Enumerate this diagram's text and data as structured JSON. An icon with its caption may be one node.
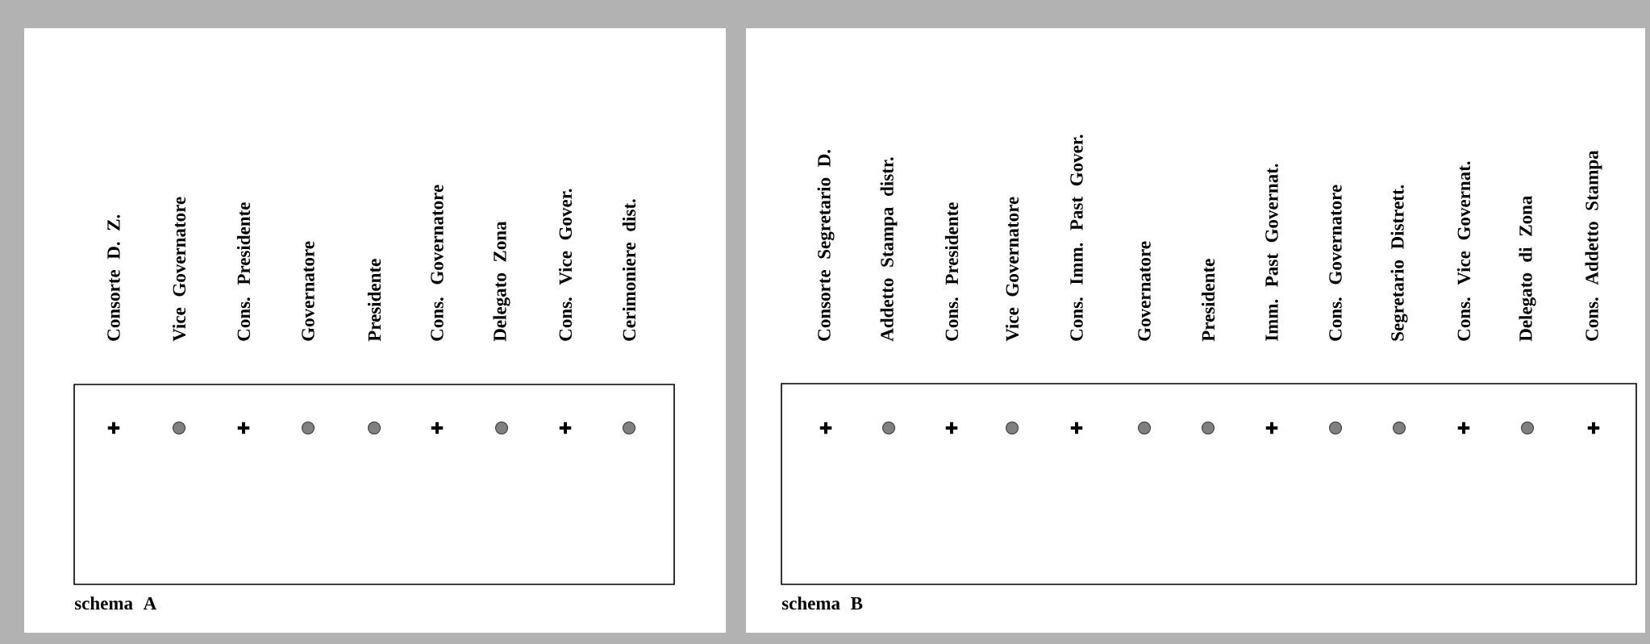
{
  "diagram": {
    "nodes": [
      {
        "text": [
          "schema A"
        ]
      },
      {
        "text": [],
        "shape": "cross",
        "in": 0
      },
      {
        "text": [],
        "shape": "circle",
        "in": 0
      },
      {
        "text": [],
        "shape": "cross",
        "in": 0
      },
      {
        "text": [],
        "shape": "circle",
        "in": 0
      },
      {
        "text": [],
        "shape": "circle",
        "in": 0
      },
      {
        "text": [],
        "shape": "cross",
        "in": 0
      },
      {
        "text": [],
        "shape": "circle",
        "in": 0
      },
      {
        "text": [],
        "shape": "cross",
        "in": 0
      },
      {
        "text": [],
        "shape": "circle",
        "in": 0
      },
      {
        "text": [
          "schema B"
        ]
      },
      {
        "text": [],
        "shape": "cross",
        "in": 10
      },
      {
        "text": [],
        "shape": "circle",
        "in": 10
      },
      {
        "text": [],
        "shape": "cross",
        "in": 10
      },
      {
        "text": [],
        "shape": "circle",
        "in": 10
      },
      {
        "text": [],
        "shape": "cross",
        "in": 10
      },
      {
        "text": [],
        "shape": "circle",
        "in": 10
      },
      {
        "text": [],
        "shape": "circle",
        "in": 10
      },
      {
        "text": [],
        "shape": "cross",
        "in": 10
      },
      {
        "text": [],
        "shape": "circle",
        "in": 10
      },
      {
        "text": [],
        "shape": "circle",
        "in": 10
      },
      {
        "text": [],
        "shape": "cross",
        "in": 10
      },
      {
        "text": [],
        "shape": "circle",
        "in": 10
      },
      {
        "text": [],
        "shape": "cross",
        "in": 10
      }
    ],
    "labels": [
      "Consorte D. Z.",
      "Vice Governatore",
      "Cons. Presidente",
      "Governatore",
      "Presidente",
      "Cons. Governatore",
      "Delegato Zona",
      "Cons. Vice Gover.",
      "Cerimoniere dist.",
      "Consorte Segretario D.",
      "Addetto Stampa distr.",
      "Cons. Presidente",
      "Vice Governatore",
      "Cons. Imm. Past Gover.",
      "Governatore",
      "Presidente",
      "Imm. Past Governat.",
      "Cons. Governatore",
      "Segretario Distrett.",
      "Cons. Vice Governat.",
      "Delegato di Zona",
      "Cons. Addetto Stampa"
    ]
  }
}
